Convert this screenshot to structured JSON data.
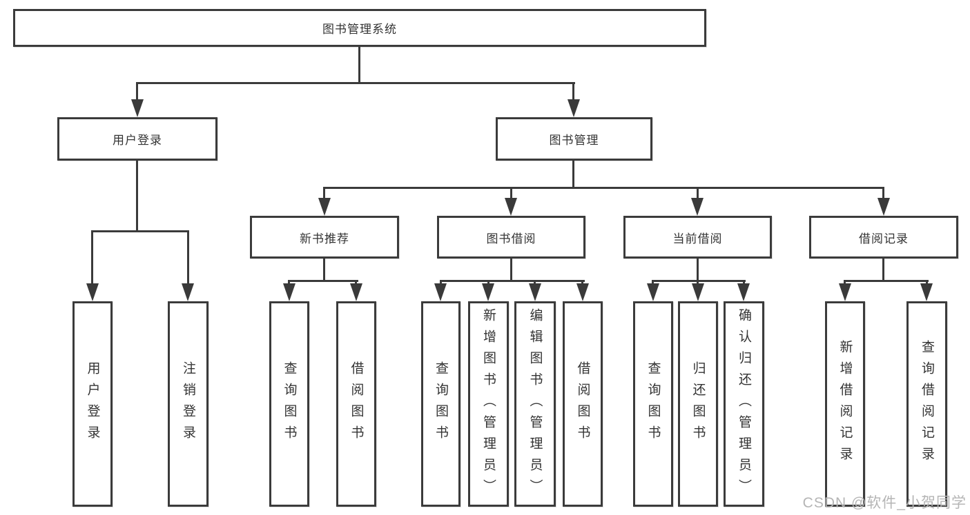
{
  "root": {
    "label": "图书管理系统"
  },
  "level2": [
    {
      "label": "用户登录"
    },
    {
      "label": "图书管理"
    }
  ],
  "level3": [
    {
      "label": "新书推荐"
    },
    {
      "label": "图书借阅"
    },
    {
      "label": "当前借阅"
    },
    {
      "label": "借阅记录"
    }
  ],
  "leaves": {
    "user_login": [
      "用户登录",
      "注销登录"
    ],
    "new_books": [
      "查询图书",
      "借阅图书"
    ],
    "book_borrow": [
      "查询图书",
      "新增图书（管理员）",
      "编辑图书（管理员）",
      "借阅图书"
    ],
    "current_borrow": [
      "查询图书",
      "归还图书",
      "确认归还（管理员）"
    ],
    "borrow_records": [
      "新增借阅记录",
      "查询借阅记录"
    ]
  },
  "watermark": {
    "text": "CSDN @软件_小贺同学"
  },
  "colors": {
    "line": "#3a3a3a",
    "border": "#3b3b3b",
    "text": "#333333",
    "watermark": "#b5b5b5",
    "background": "#ffffff"
  }
}
